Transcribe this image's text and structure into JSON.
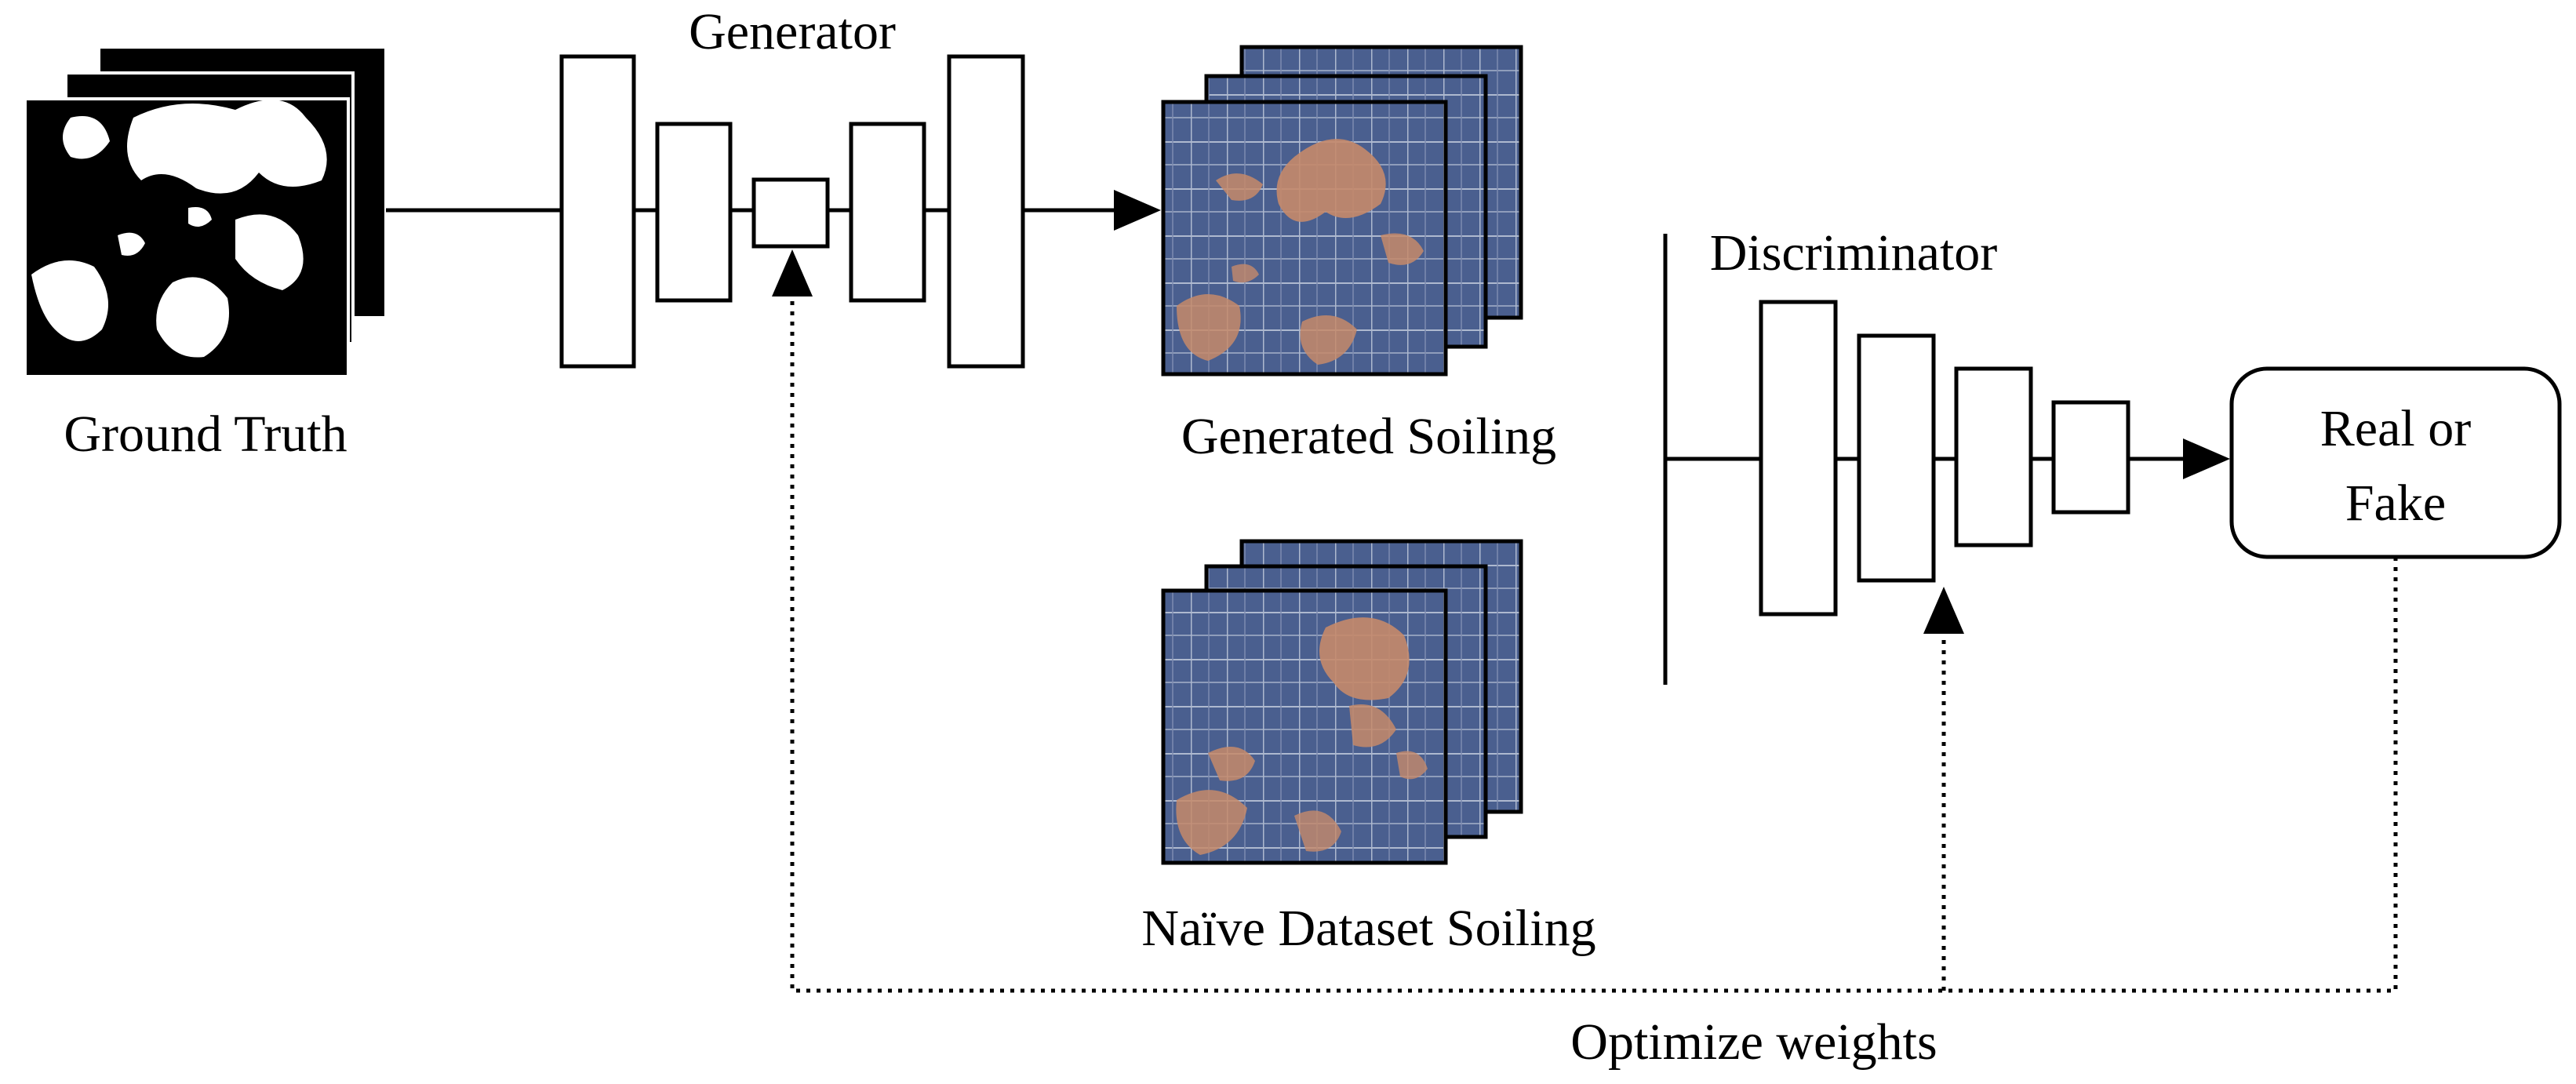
{
  "labels": {
    "ground_truth": "Ground Truth",
    "generator": "Generator",
    "generated_soiling": "Generated Soiling",
    "naive_dataset_soiling": "Naïve Dataset Soiling",
    "discriminator": "Discriminator",
    "output_line1": "Real or",
    "output_line2": "Fake",
    "optimize_weights": "Optimize weights"
  },
  "colors": {
    "line": "#000000",
    "mask_background": "#000000",
    "mask_blobs": "#ffffff",
    "panel_blue": "#4a5f8f",
    "grid_lines": "#aeb9cf",
    "soiling": "#c58a6a"
  },
  "icons": {
    "ground_truth_stack": "binary-mask-image-stack",
    "generated_stack": "solar-panel-image-stack",
    "naive_stack": "solar-panel-image-stack"
  }
}
